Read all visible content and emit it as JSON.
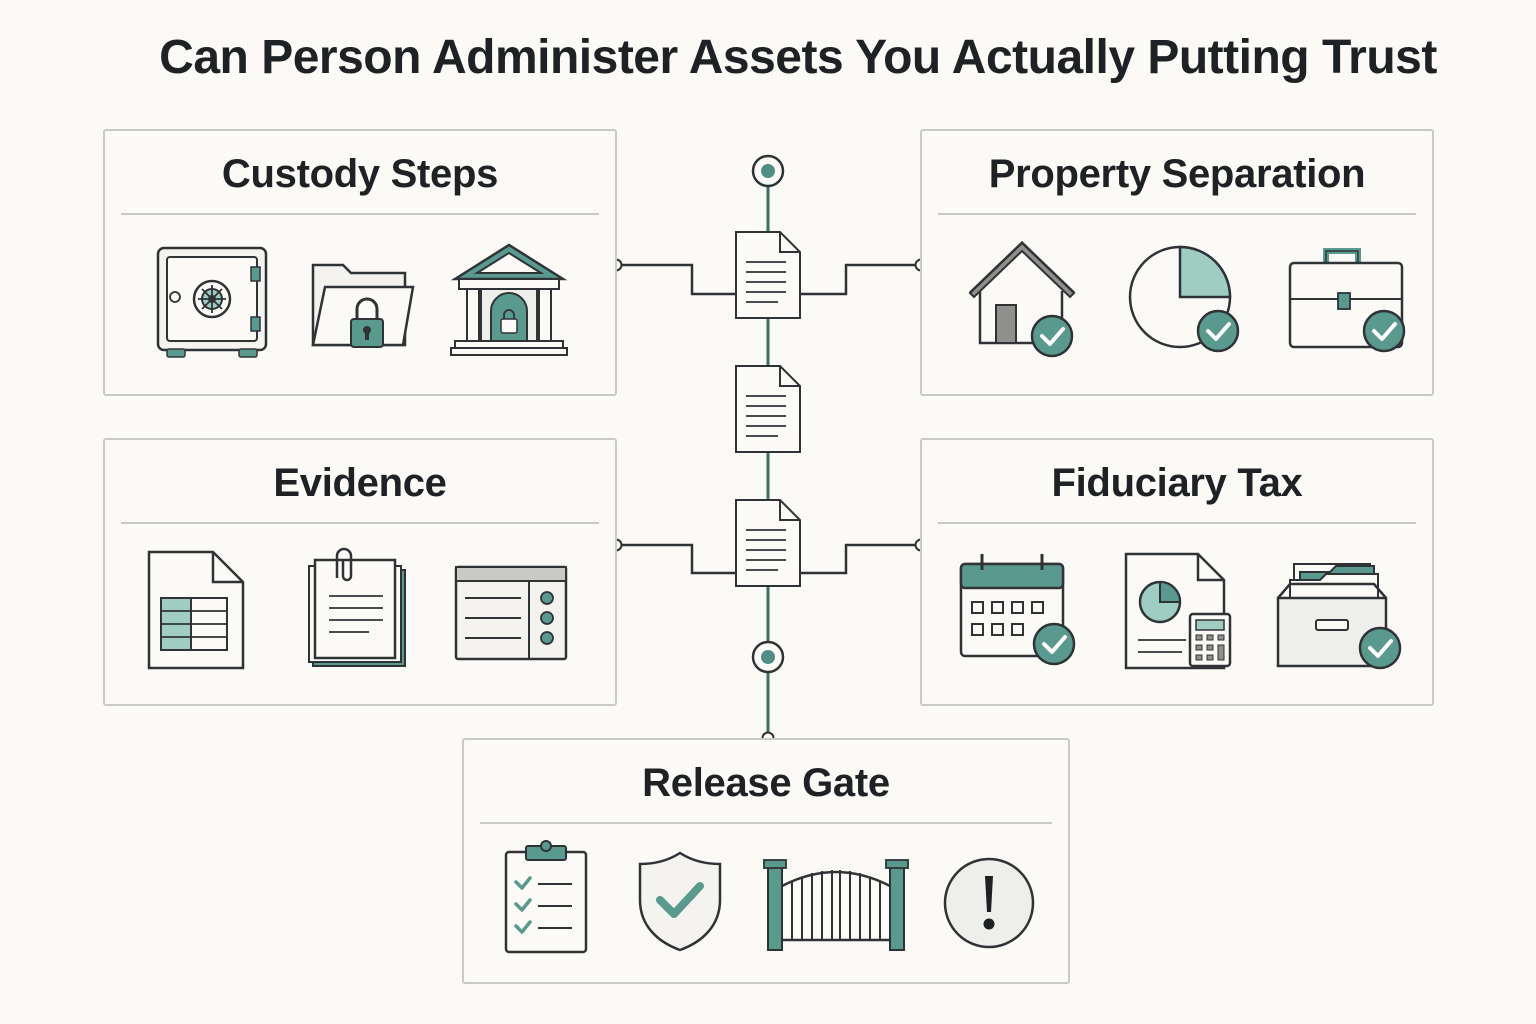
{
  "title": "Can Person Administer Assets You Actually Putting Trust",
  "colors": {
    "accent": "#5a9a8e",
    "accent_light": "#9fcdc2",
    "ink": "#2f3336",
    "panel_border": "#c9c9c6",
    "background": "#fbfaf6"
  },
  "panels": {
    "custody": {
      "title": "Custody Steps",
      "icons": [
        "safe-icon",
        "locked-folder-icon",
        "locked-bank-icon"
      ]
    },
    "property": {
      "title": "Property Separation",
      "icons": [
        "house-check-icon",
        "pie-chart-check-icon",
        "briefcase-check-icon"
      ]
    },
    "evidence": {
      "title": "Evidence",
      "icons": [
        "spreadsheet-document-icon",
        "clipped-papers-icon",
        "ledger-list-icon"
      ]
    },
    "fiduciary": {
      "title": "Fiduciary Tax",
      "icons": [
        "calendar-check-icon",
        "tax-report-calculator-icon",
        "file-box-check-icon"
      ]
    },
    "release": {
      "title": "Release Gate",
      "icons": [
        "checklist-clipboard-icon",
        "shield-check-icon",
        "gate-icon",
        "warning-exclamation-icon"
      ]
    }
  }
}
